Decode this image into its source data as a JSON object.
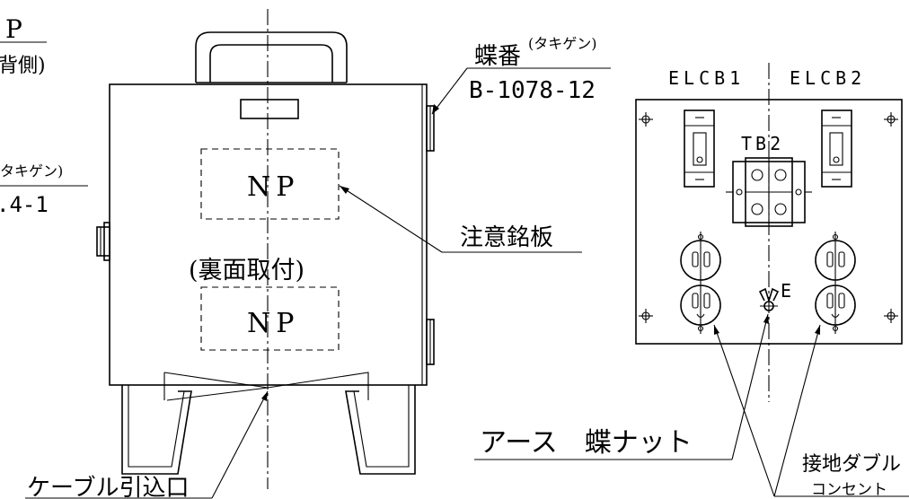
{
  "labels": {
    "np_header": "P",
    "np_header_side": "背側)",
    "tag_left": "タキゲン)",
    "code_left": ".4-1",
    "hinge_title": "蝶番",
    "hinge_maker": "(タキゲン)",
    "hinge_code": "B-1078-12",
    "np_plate_1": "NP",
    "np_plate_2": "NP",
    "back_mount": "(裏面取付)",
    "caution_plate": "注意銘板",
    "cable_entry": "ケーブル引込口",
    "elcb1": "ELCB1",
    "elcb2": "ELCB2",
    "tb2": "TB2",
    "earth_mark": "E",
    "earth_nut": "アース　蝶ナット",
    "outlet_line1": "接地ダブル",
    "outlet_line2": "コンセント"
  }
}
